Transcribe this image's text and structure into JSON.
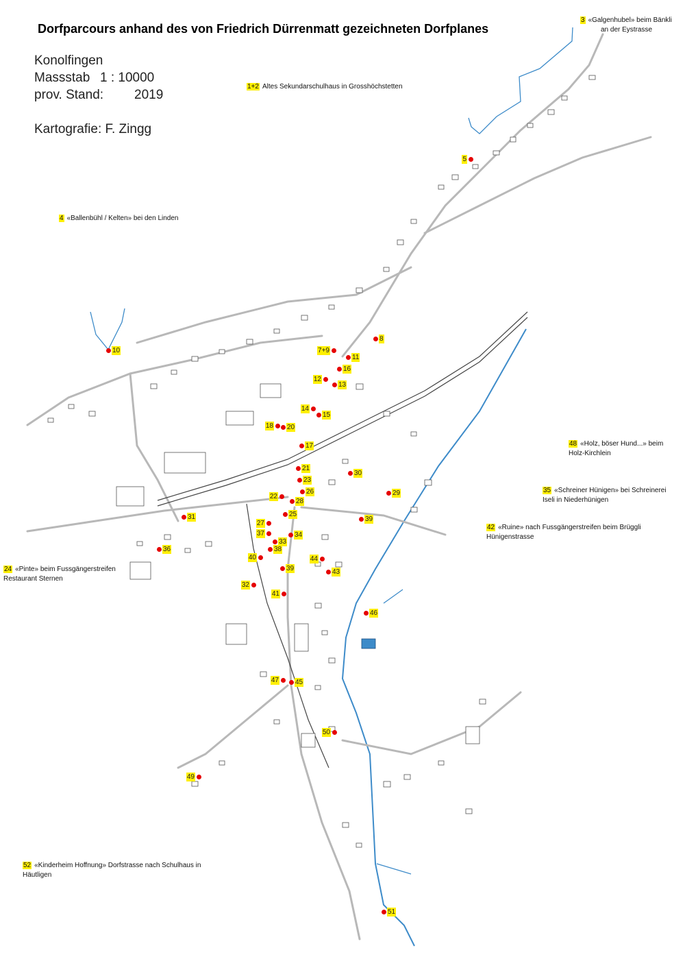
{
  "title": "Dorfparcours anhand des von Friedrich Dürrenmatt gezeichneten Dorfplanes",
  "info": {
    "place": "Konolfingen",
    "scale_label": "Massstab",
    "scale_value": "1 : 10000",
    "status_label": "prov. Stand:",
    "status_value": "2019",
    "cartography": "Kartografie: F. Zingg"
  },
  "notes": [
    {
      "num": "3",
      "text_line1": "«Galgenhubel» beim Bänkli",
      "text_line2": "an der Eystrasse"
    },
    {
      "num": "1+2",
      "text_line1": "Altes Sekundarschulhaus in Grosshöchstetten",
      "text_line2": ""
    },
    {
      "num": "4",
      "text_line1": "«Ballenbühl / Kelten» bei den Linden",
      "text_line2": ""
    },
    {
      "num": "48",
      "text_line1": "«Holz, böser Hund...» beim",
      "text_line2": "Holz-Kirchlein"
    },
    {
      "num": "35",
      "text_line1": "«Schreiner Hünigen» bei Schreinerei",
      "text_line2": "Iseli in Niederhünigen"
    },
    {
      "num": "42",
      "text_line1": "«Ruine» nach Fussgängerstreifen beim Brüggli",
      "text_line2": "Hünigenstrasse"
    },
    {
      "num": "24",
      "text_line1": "«Pinte» beim Fussgängerstreifen",
      "text_line2": "Restaurant Sternen"
    },
    {
      "num": "52",
      "text_line1": "«Kinderheim Hoffnung» Dorfstrasse nach Schulhaus in",
      "text_line2": "Häutligen"
    }
  ],
  "markers": [
    {
      "label": "5",
      "side": "left"
    },
    {
      "label": "8",
      "side": "right"
    },
    {
      "label": "10",
      "side": "right"
    },
    {
      "label": "7+9",
      "side": "left"
    },
    {
      "label": "11",
      "side": "right"
    },
    {
      "label": "16",
      "side": "right"
    },
    {
      "label": "12",
      "side": "left"
    },
    {
      "label": "13",
      "side": "right"
    },
    {
      "label": "14",
      "side": "left"
    },
    {
      "label": "15",
      "side": "right"
    },
    {
      "label": "18",
      "side": "left"
    },
    {
      "label": "20",
      "side": "right"
    },
    {
      "label": "17",
      "side": "right"
    },
    {
      "label": "21",
      "side": "right"
    },
    {
      "label": "23",
      "side": "right"
    },
    {
      "label": "30",
      "side": "right"
    },
    {
      "label": "26",
      "side": "right"
    },
    {
      "label": "22",
      "side": "left"
    },
    {
      "label": "28",
      "side": "right"
    },
    {
      "label": "29",
      "side": "right"
    },
    {
      "label": "25",
      "side": "right"
    },
    {
      "label": "31",
      "side": "right"
    },
    {
      "label": "39",
      "side": "right"
    },
    {
      "label": "27",
      "side": "left"
    },
    {
      "label": "37",
      "side": "left"
    },
    {
      "label": "34",
      "side": "right"
    },
    {
      "label": "33",
      "side": "right"
    },
    {
      "label": "36",
      "side": "right"
    },
    {
      "label": "38",
      "side": "right"
    },
    {
      "label": "40",
      "side": "left"
    },
    {
      "label": "44",
      "side": "left"
    },
    {
      "label": "39",
      "side": "right"
    },
    {
      "label": "43",
      "side": "right"
    },
    {
      "label": "32",
      "side": "left"
    },
    {
      "label": "41",
      "side": "left"
    },
    {
      "label": "46",
      "side": "right"
    },
    {
      "label": "47",
      "side": "left"
    },
    {
      "label": "45",
      "side": "right"
    },
    {
      "label": "50",
      "side": "left"
    },
    {
      "label": "49",
      "side": "left"
    },
    {
      "label": "51",
      "side": "right"
    }
  ],
  "colors": {
    "marker": "#e60000",
    "label_bg": "#ffef00",
    "road": "#b8b8b8",
    "building": "#ffffff",
    "building_edge": "#555555",
    "water": "#3d8bc9",
    "rail": "#444444"
  }
}
